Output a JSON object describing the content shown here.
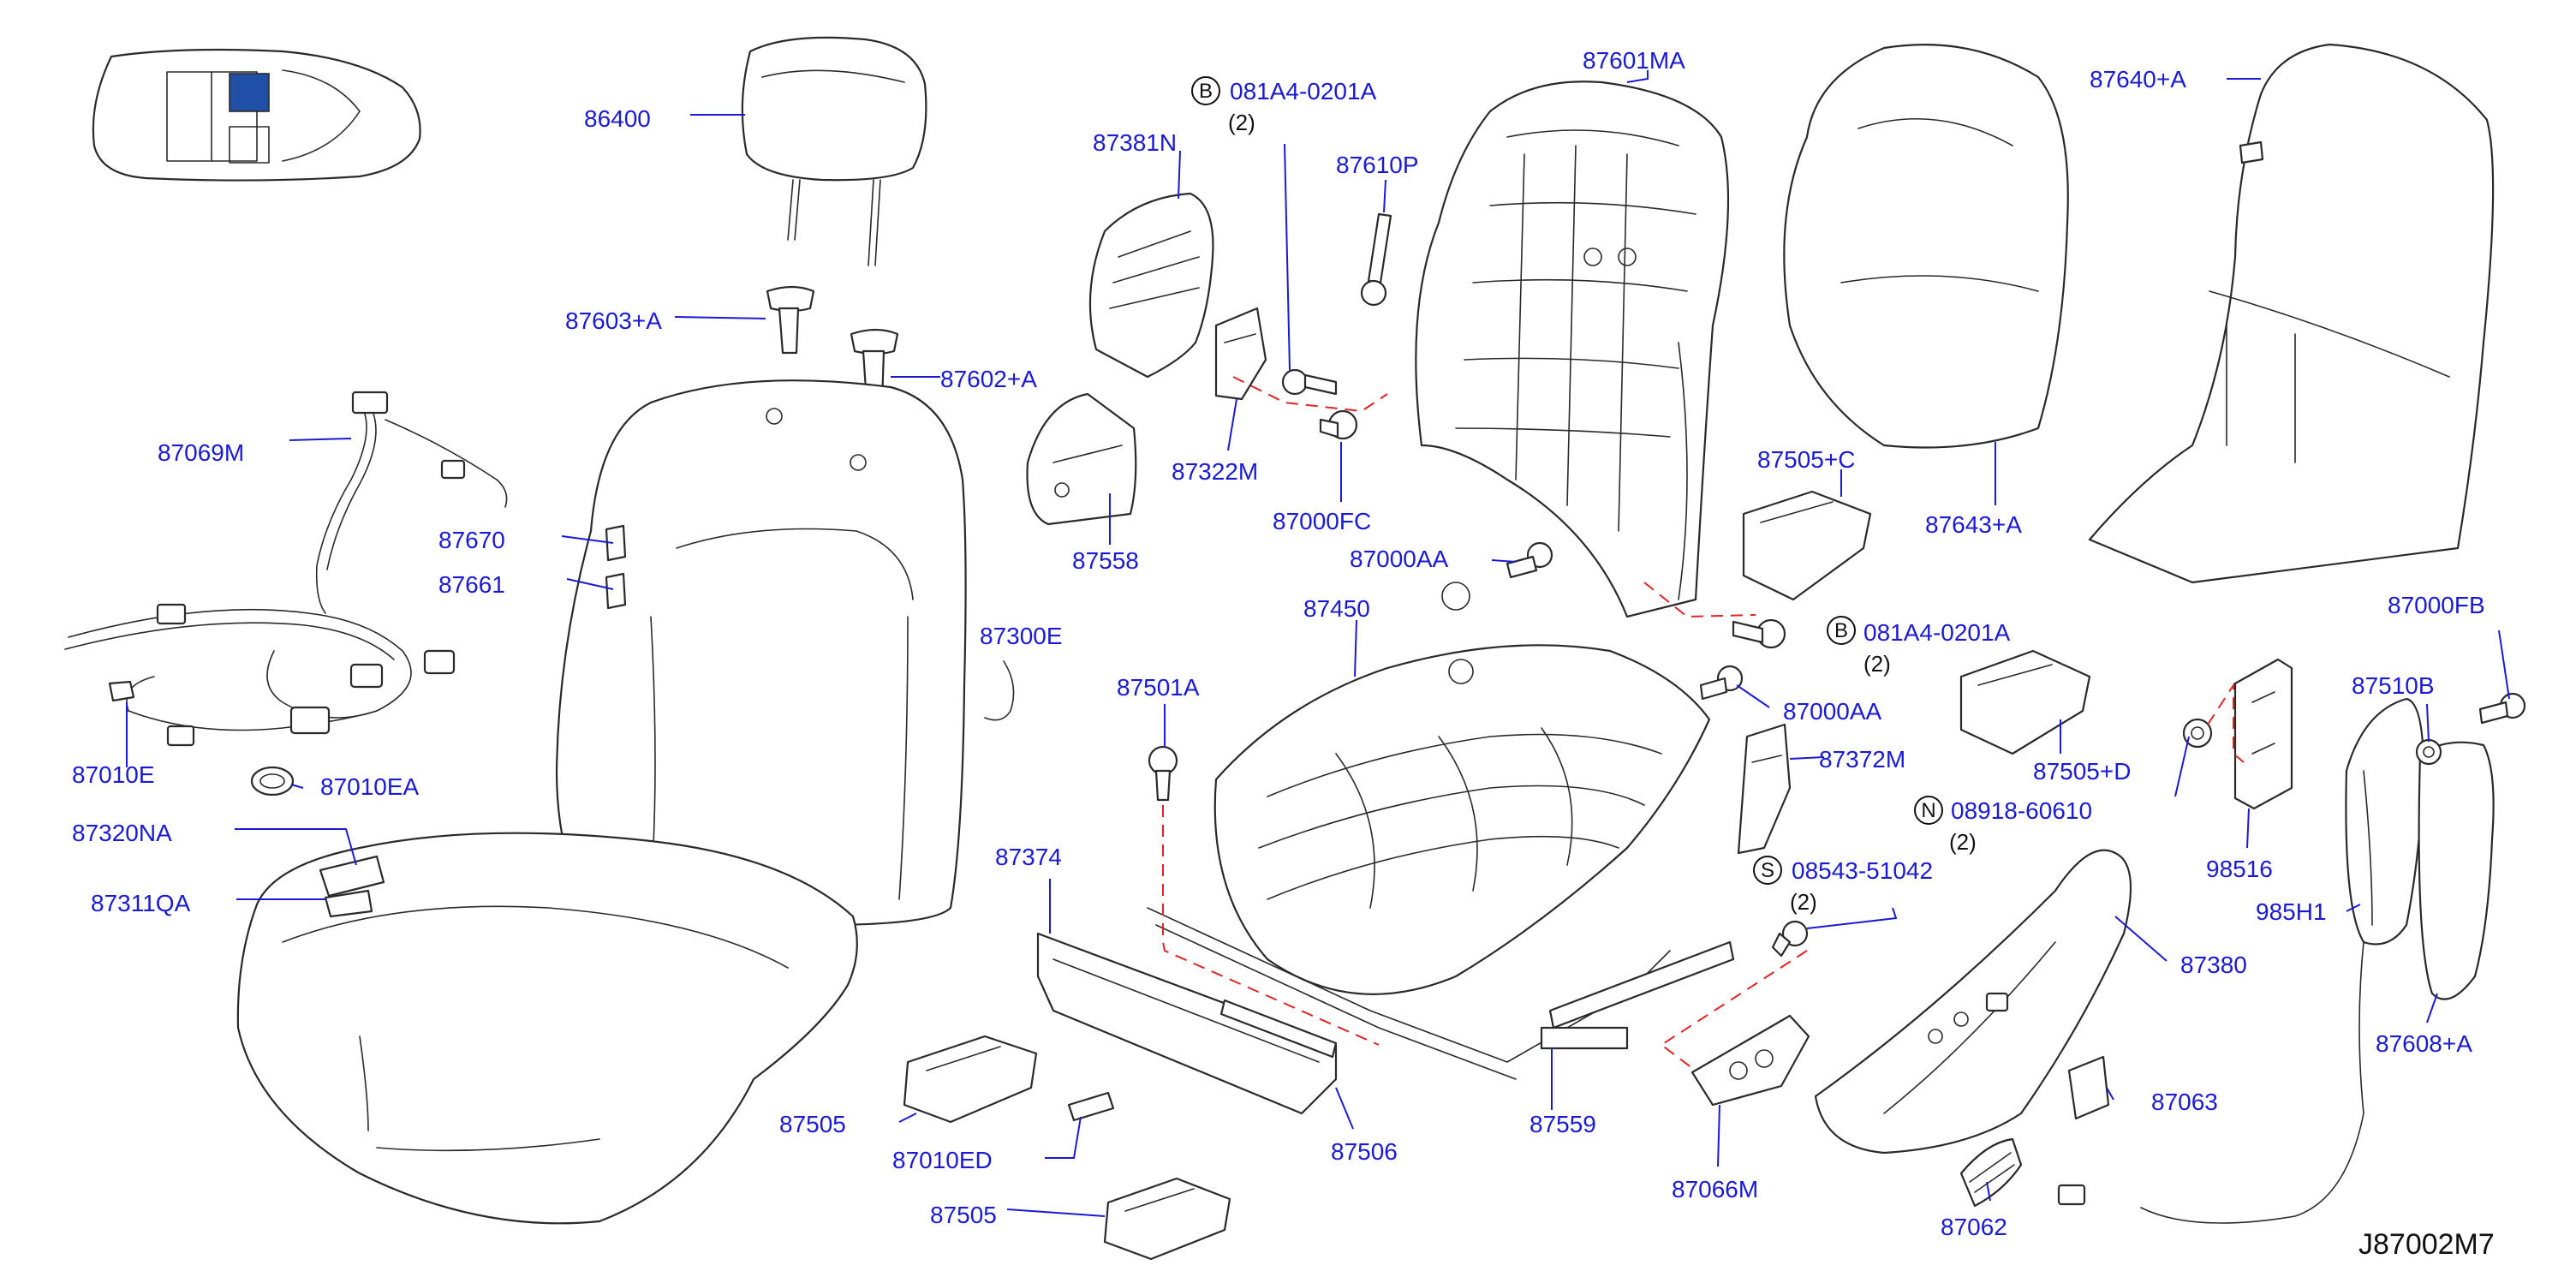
{
  "diagram_code": "J87002M7",
  "quantity_text": "(2)",
  "colors": {
    "label": "#1a1ad6",
    "highlight": "#1f4fa6",
    "dashed_connector": "#e02424",
    "line": "#2a2a2a"
  },
  "circled_letters": {
    "b": "B",
    "n": "N",
    "s": "S"
  },
  "labels": {
    "86400": "86400",
    "87603A": "87603+A",
    "87602A": "87602+A",
    "87069M": "87069M",
    "87670": "87670",
    "87661": "87661",
    "87010E": "87010E",
    "87010EA": "87010EA",
    "87320NA": "87320NA",
    "87311QA": "87311QA",
    "87381N": "87381N",
    "081A40201A_top": "081A4-0201A",
    "87610P": "87610P",
    "87601MA": "87601MA",
    "87640A": "87640+A",
    "87643A": "87643+A",
    "87322M": "87322M",
    "87000FC": "87000FC",
    "87558": "87558",
    "87505C": "87505+C",
    "87000AA_top": "87000AA",
    "87300E": "87300E",
    "87450": "87450",
    "081A40201A_mid": "081A4-0201A",
    "87000FB": "87000FB",
    "87501A": "87501A",
    "87000AA_mid": "87000AA",
    "87505D": "87505+D",
    "87510B": "87510B",
    "87372M": "87372M",
    "0891860610": "08918-60610",
    "87374": "87374",
    "0854351042": "08543-51042",
    "98516": "98516",
    "985H1": "985H1",
    "87380": "87380",
    "87608A": "87608+A",
    "87505_upper": "87505",
    "87506": "87506",
    "87559": "87559",
    "87063": "87063",
    "87010ED": "87010ED",
    "87066M": "87066M",
    "87505_lower": "87505",
    "87062": "87062"
  }
}
